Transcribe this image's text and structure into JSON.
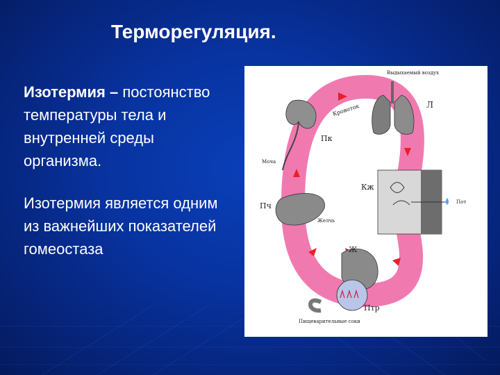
{
  "slide": {
    "title": "Терморегуляция.",
    "definition_term": "Изотермия –",
    "definition_body": "постоянство температуры тела и внутренней среды организма.",
    "statement": "Изотермия является одним из важнейших показателей гомеостаза"
  },
  "diagram": {
    "labels": {
      "exhaled_air": "Выдыхаемый воздух",
      "lungs": "Л",
      "blood": "Кровоток",
      "kidney": "Пк",
      "urine": "Моча",
      "skin": "Кж",
      "sweat": "Пот",
      "liver": "Пч",
      "bile": "Желчь",
      "stomach": "Ж",
      "intestine": "Птр",
      "digestive_juices": "Пищеварительные соки"
    },
    "colors": {
      "ring": "#f07ab0",
      "arrows": "#e8202a",
      "organ": "#8a8a8a"
    }
  },
  "theme": {
    "background": "#0833a0",
    "text": "#ffffff"
  }
}
